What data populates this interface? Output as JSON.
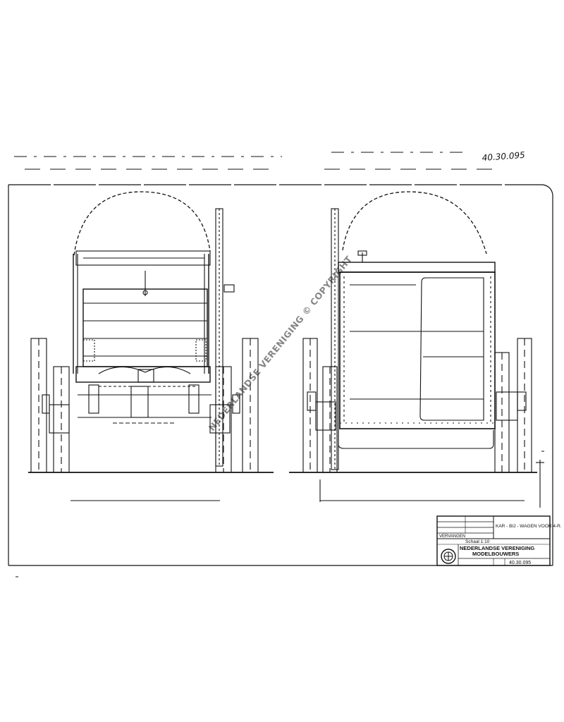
{
  "drawing": {
    "handwritten_number": "40.30.095"
  },
  "title_block": {
    "row_label": "VERVANGEN",
    "subject_line": "KAR - BIJ - WAGEN VOOR 4-R.",
    "scale_text": "Schaal 1:10",
    "org_line_1": "NEDERLANDSE VERENIGING",
    "org_line_2": "MODELBOUWERS",
    "sheet_number": "40.30.095",
    "logo_name": "nvm-logo"
  },
  "watermark": {
    "text": "NEDERLANDSE VERENIGING © COPYRIGHT"
  },
  "views": [
    {
      "name": "end-view-left"
    },
    {
      "name": "section-view-right"
    }
  ]
}
